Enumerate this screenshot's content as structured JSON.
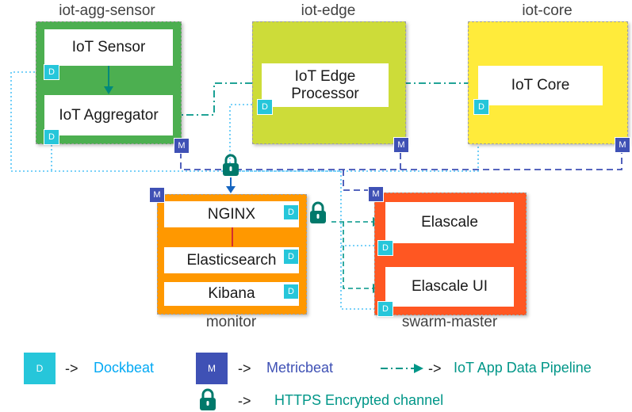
{
  "hosts": {
    "agg": {
      "title": "iot-agg-sensor",
      "color": "#4caf50"
    },
    "edge": {
      "title": "iot-edge",
      "color": "#cddc39"
    },
    "core": {
      "title": "iot-core",
      "color": "#ffeb3b"
    },
    "monitor": {
      "title": "monitor",
      "color": "#ff9800"
    },
    "swarm": {
      "title": "swarm-master",
      "color": "#ff5722"
    }
  },
  "services": {
    "iot_sensor": "IoT Sensor",
    "iot_aggregator": "IoT Aggregator",
    "iot_edge_line1": "IoT Edge",
    "iot_edge_line2": "Processor",
    "iot_core": "IoT Core",
    "nginx": "NGINX",
    "elasticsearch": "Elasticsearch",
    "kibana": "Kibana",
    "elascale": "Elascale",
    "elascale_ui": "Elascale UI"
  },
  "badges": {
    "dockbeat": "D",
    "metricbeat": "M"
  },
  "legend": {
    "arrow": "->",
    "dockbeat": "Dockbeat",
    "metricbeat": "Metricbeat",
    "pipeline": "IoT App Data Pipeline",
    "https": "HTTPS Encrypted channel"
  },
  "colors": {
    "dockbeat": "#26c6da",
    "metricbeat": "#3f51b5",
    "pipeline": "#009688",
    "lock": "#00796b",
    "dockbeat_text": "#03a9f4",
    "metricbeat_text": "#3f51b5",
    "pipeline_text": "#009688"
  }
}
